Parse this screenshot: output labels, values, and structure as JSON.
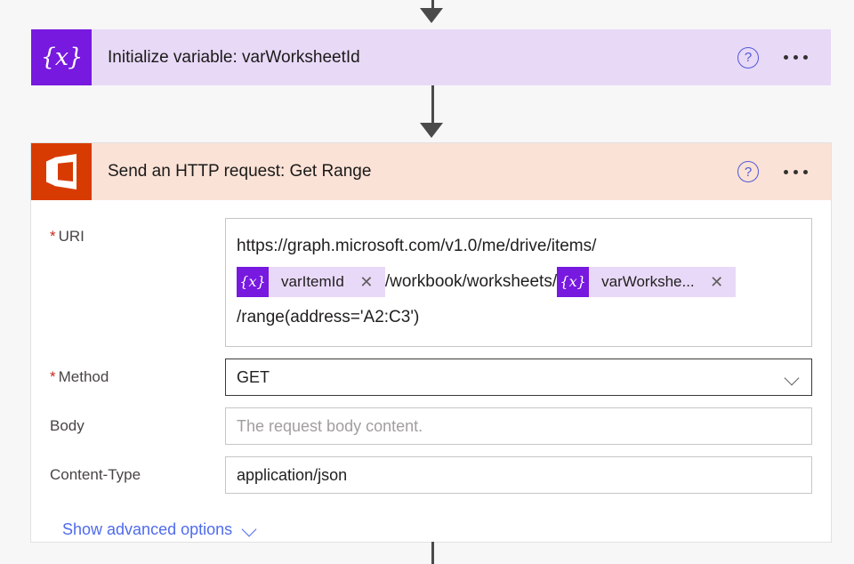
{
  "colors": {
    "page_background": "#f7f7f7",
    "variable_accent": "#7719df",
    "variable_card_background": "#e8d9f7",
    "office_accent": "#d83b01",
    "http_card_header_background": "#fbe2d6",
    "link_blue": "#4f6bed",
    "help_blue": "#5159d6",
    "required_red": "#c42b1c",
    "connector_gray": "#4a4a4a"
  },
  "steps": [
    {
      "id": "initialize-variable",
      "title": "Initialize variable: varWorksheetId",
      "icon": "variable-braces-icon",
      "help_icon": "help-icon",
      "more_icon": "more-options-icon",
      "collapsed": true
    },
    {
      "id": "send-http-request",
      "title": "Send an HTTP request: Get Range",
      "icon": "office-365-excel-icon",
      "help_icon": "help-icon",
      "more_icon": "more-options-icon",
      "collapsed": false
    }
  ],
  "http_form": {
    "uri": {
      "label": "URI",
      "required": true,
      "required_marker": "*",
      "line1": "https://graph.microsoft.com/v1.0/me/drive/items/",
      "token1": {
        "glyph": "{x}",
        "label": "varItemId",
        "close": "✕"
      },
      "middle_text": "/workbook/worksheets/",
      "token2": {
        "glyph": "{x}",
        "label": "varWorkshe...",
        "close": "✕"
      },
      "line3": "/range(address='A2:C3')"
    },
    "method": {
      "label": "Method",
      "required": true,
      "required_marker": "*",
      "value": "GET",
      "chevron": "chevron-down-icon"
    },
    "body": {
      "label": "Body",
      "required": false,
      "value": "",
      "placeholder": "The request body content."
    },
    "content_type": {
      "label": "Content-Type",
      "required": false,
      "value": "application/json",
      "placeholder": ""
    },
    "advanced": {
      "label": "Show advanced options",
      "chevron": "chevron-down-icon"
    }
  }
}
